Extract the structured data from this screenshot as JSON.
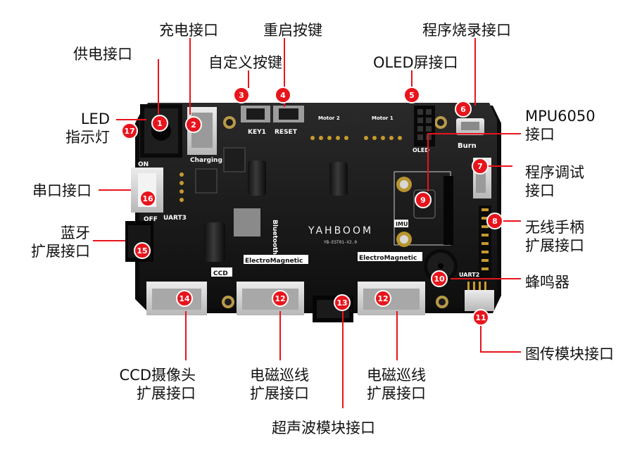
{
  "board": {
    "logo": "YAHBOOM",
    "model": "YB-EST01-V2.0",
    "silkscreen": {
      "key1": "KEY1",
      "reset": "RESET",
      "charging": "Charging",
      "oled": "OLED",
      "burn": "Burn",
      "motor1": "Motor 1",
      "motor2": "Motor 2",
      "uart3": "UART3",
      "on": "ON",
      "off": "OFF",
      "bluetooth": "Bluetooth",
      "ccd": "CCD",
      "em_left": "ElectroMagnetic",
      "em_right": "ElectroMagnetic",
      "imu": "IMU",
      "uart2": "UART2"
    }
  },
  "callouts": [
    {
      "id": "1",
      "label": "供电接口"
    },
    {
      "id": "2",
      "label": "充电接口"
    },
    {
      "id": "3",
      "label": "自定义按键"
    },
    {
      "id": "4",
      "label": "重启按键"
    },
    {
      "id": "5",
      "label": "OLED屏接口"
    },
    {
      "id": "6",
      "label": "程序烧录接口"
    },
    {
      "id": "7",
      "label": "程序调试\n接口"
    },
    {
      "id": "8",
      "label": "无线手柄\n扩展接口"
    },
    {
      "id": "9",
      "label": "MPU6050\n接口"
    },
    {
      "id": "10",
      "label": "蜂鸣器"
    },
    {
      "id": "11",
      "label": "图传模块接口"
    },
    {
      "id": "12",
      "label": "电磁巡线\n扩展接口"
    },
    {
      "id": "12",
      "label": "电磁巡线\n扩展接口"
    },
    {
      "id": "13",
      "label": "超声波模块接口"
    },
    {
      "id": "14",
      "label": "CCD摄像头\n扩展接口"
    },
    {
      "id": "15",
      "label": "蓝牙\n扩展接口"
    },
    {
      "id": "16",
      "label": "串口接口"
    },
    {
      "id": "17",
      "label": "LED\n指示灯"
    }
  ],
  "colors": {
    "pcb": "#161616",
    "badge": "#e8141c",
    "line": "#e8141c",
    "connector": "#cfcfcf",
    "pin": "#d8a33a"
  }
}
